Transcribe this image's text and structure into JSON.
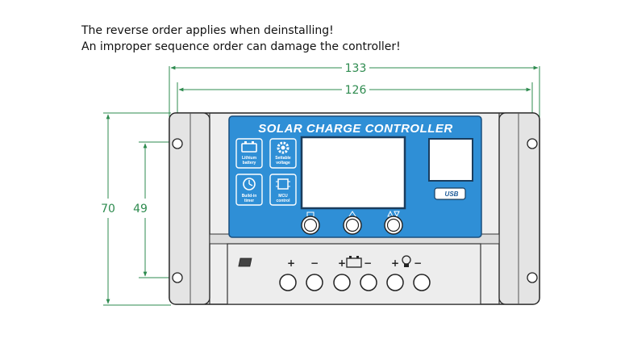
{
  "notes": {
    "line1": "The reverse order applies when deinstalling!",
    "line2": "An improper sequence order can damage the controller!"
  },
  "dimensions": {
    "overall_width": "133",
    "hole_spacing_width": "126",
    "overall_height": "70",
    "hole_spacing_height": "49"
  },
  "panel": {
    "title": "SOLAR CHARGE CONTROLLER",
    "icons": [
      {
        "name": "battery-icon",
        "label_line1": "Lithium",
        "label_line2": "battery"
      },
      {
        "name": "gear-icon",
        "label_line1": "Settable",
        "label_line2": "voltage"
      },
      {
        "name": "clock-icon",
        "label_line1": "Build-in",
        "label_line2": "timer"
      },
      {
        "name": "chip-icon",
        "label_line1": "MCU",
        "label_line2": "control"
      }
    ],
    "usb_label": "USB",
    "buttons": [
      "menu",
      "up",
      "down-up"
    ]
  },
  "terminals": {
    "groups": [
      {
        "name": "solar-panel-terminal",
        "plus": "+",
        "minus": "−"
      },
      {
        "name": "battery-terminal",
        "plus": "+",
        "minus": "−"
      },
      {
        "name": "load-terminal",
        "plus": "+",
        "minus": "−"
      }
    ]
  },
  "colors": {
    "dimension": "#2e8b4f",
    "panel_blue": "#2f8fd6",
    "housing": "#e9e9e9",
    "outline": "#222222"
  }
}
